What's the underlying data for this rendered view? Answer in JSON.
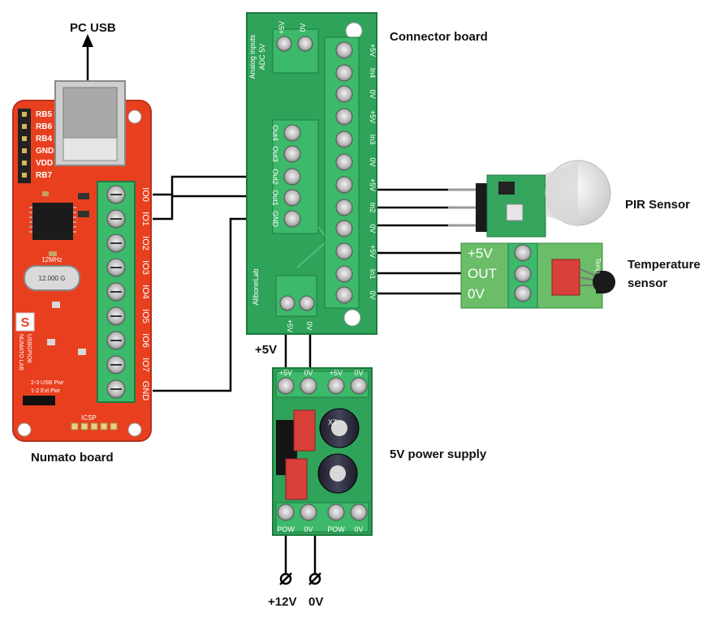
{
  "labels": {
    "pc_usb": "PC USB",
    "connector_board": "Connector board",
    "pir_sensor": "PIR Sensor",
    "temperature_sensor_line1": "Temperature",
    "temperature_sensor_line2": "sensor",
    "numato_board": "Numato board",
    "power_supply": "5V power supply",
    "plus5v": "+5V",
    "plus12v": "+12V",
    "zero_v": "0V"
  },
  "numato": {
    "header_pins": [
      "RB5",
      "RB6",
      "RB4",
      "GND",
      "VDD",
      "RB7"
    ],
    "io_pins": [
      "IO0",
      "IO1",
      "IO2",
      "IO3",
      "IO4",
      "IO5",
      "IO6",
      "IO7",
      "GND"
    ],
    "crystal": "12.000 G",
    "crystal_freq": "12MHz",
    "brand": "NUMATO LAB",
    "model": "USBGPIO8",
    "jumper_line1": "2-3 USB Pwr",
    "jumper_line2": "1-2 Ext Pwr",
    "icsp": "ICSP"
  },
  "connector": {
    "analog_title": "Analog inputs",
    "analog_sub": "ADC 5V",
    "top_header": [
      "+5V",
      "0V"
    ],
    "outputs": [
      "Out4",
      "Out3",
      "Out2",
      "Out1",
      "GND"
    ],
    "right_pins": [
      "+5V",
      "In4",
      "0V",
      "+5V",
      "In3",
      "0V",
      "+5V",
      "In2",
      "0V",
      "+5V",
      "In1",
      "0V"
    ],
    "brand": "AllboneLab",
    "bottom_pins": [
      "+5V",
      "0V"
    ]
  },
  "temp_board": {
    "pins": [
      "+5V",
      "OUT",
      "0V"
    ],
    "tag": "Temp"
  },
  "psu": {
    "top_pins": [
      "+5V",
      "0V",
      "+5V",
      "0V"
    ],
    "bottom_pins": [
      "POW",
      "0V",
      "POW",
      "0V"
    ],
    "cap": "X7"
  },
  "colors": {
    "numato_red": "#e8401f",
    "board_green": "#2fa35a",
    "terminal_green": "#3cb96a",
    "wire": "#000000"
  }
}
